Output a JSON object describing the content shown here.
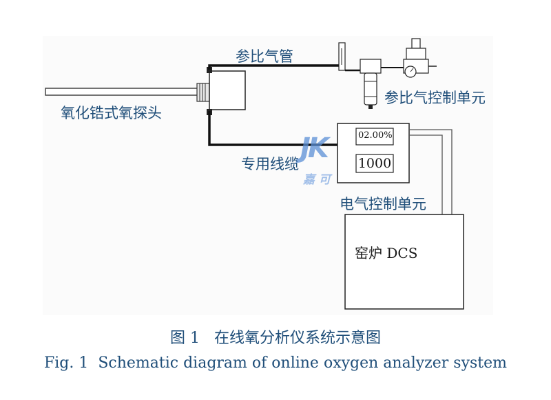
{
  "labels": {
    "probe": "氧化锆式氧探头",
    "ref_gas_tube": "参比气管",
    "ref_gas_control": "参比气控制单元",
    "cable": "专用线缆",
    "electrical_control": "电气控制单元",
    "kiln_dcs": "窑炉 DCS"
  },
  "displays": {
    "oxygen_reading": "02.00%",
    "secondary_reading": "1000"
  },
  "watermark": {
    "logo_text": "JK",
    "brand_text": "嘉 可"
  },
  "caption": {
    "chinese": "图 1   在线氧分析仪系统示意图",
    "english": "Fig. 1  Schematic diagram of online oxygen analyzer system"
  },
  "colors": {
    "text_blue": "#1f4e79",
    "line": "#111111",
    "watermark_blue": "#5b8fd6",
    "watermark_orange": "#f0a045"
  }
}
